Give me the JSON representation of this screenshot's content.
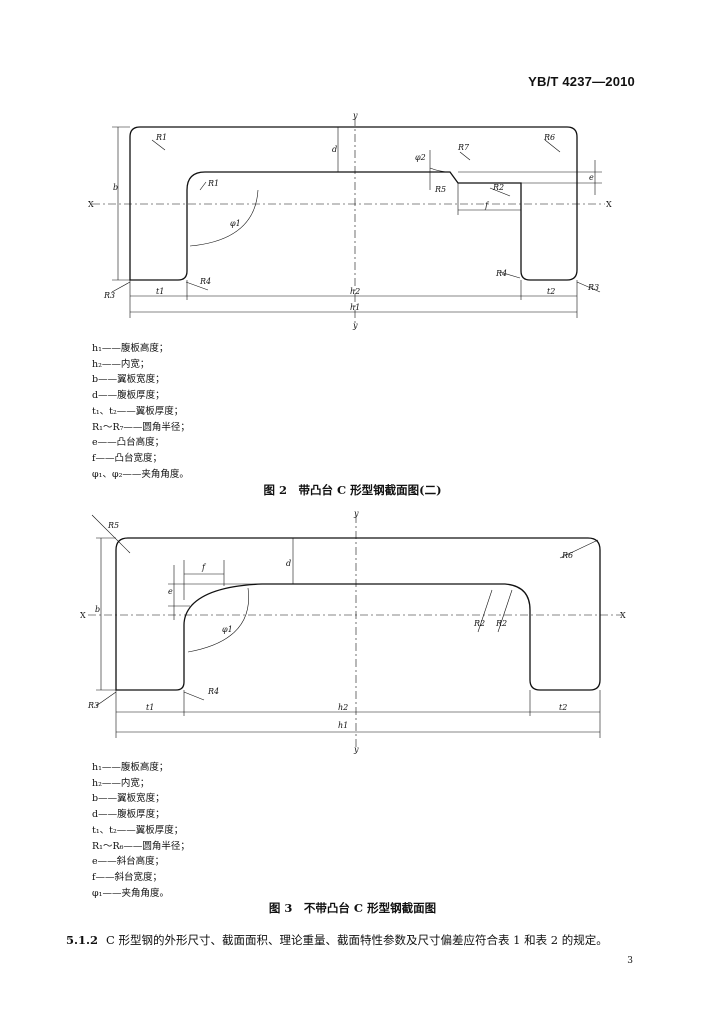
{
  "header": {
    "standard_no": "YB/T 4237—2010"
  },
  "figure2": {
    "caption": "图 2　带凸台 C 形型钢截面图(二)",
    "labels": {
      "y_top": "y",
      "y_bottom": "y",
      "x_left": "X",
      "x_right": "X",
      "b": "b",
      "d": "d",
      "e": "e",
      "f": "f",
      "h1": "h1",
      "h2": "h2",
      "t1": "t1",
      "t2": "t2",
      "R1": "R1",
      "R2": "R2",
      "R3": "R3",
      "R4": "R4",
      "R5": "R5",
      "R6": "R6",
      "R7": "R7",
      "phi1": "φ1",
      "phi2": "φ2"
    },
    "legend": [
      "h₁——腹板高度；",
      "h₂——内宽；",
      "b——翼板宽度；",
      "d——腹板厚度；",
      "t₁、t₂——翼板厚度；",
      "R₁～R₇——圆角半径；",
      "e——凸台高度；",
      "f——凸台宽度；",
      "φ₁、φ₂——夹角角度。"
    ]
  },
  "figure3": {
    "caption": "图 3　不带凸台 C 形型钢截面图",
    "labels": {
      "y_top": "y",
      "y_bottom": "y",
      "x_left": "X",
      "x_right": "X",
      "b": "b",
      "d": "d",
      "e": "e",
      "f": "f",
      "h1": "h1",
      "h2": "h2",
      "t1": "t1",
      "t2": "t2",
      "R2": "R2",
      "R3": "R3",
      "R4": "R4",
      "R5": "R5",
      "R6": "R6",
      "phi1": "φ1"
    },
    "legend": [
      "h₁——腹板高度；",
      "h₂——内宽；",
      "b——翼板宽度；",
      "d——腹板厚度；",
      "t₁、t₂——翼板厚度；",
      "R₁～R₆——圆角半径；",
      "e——斜台高度；",
      "f——斜台宽度；",
      "φ₁——夹角角度。"
    ]
  },
  "clause": {
    "number": "5.1.2",
    "text": "C 形型钢的外形尺寸、截面面积、理论重量、截面特性参数及尺寸偏差应符合表 1 和表 2 的规定。"
  },
  "page_number": "3"
}
